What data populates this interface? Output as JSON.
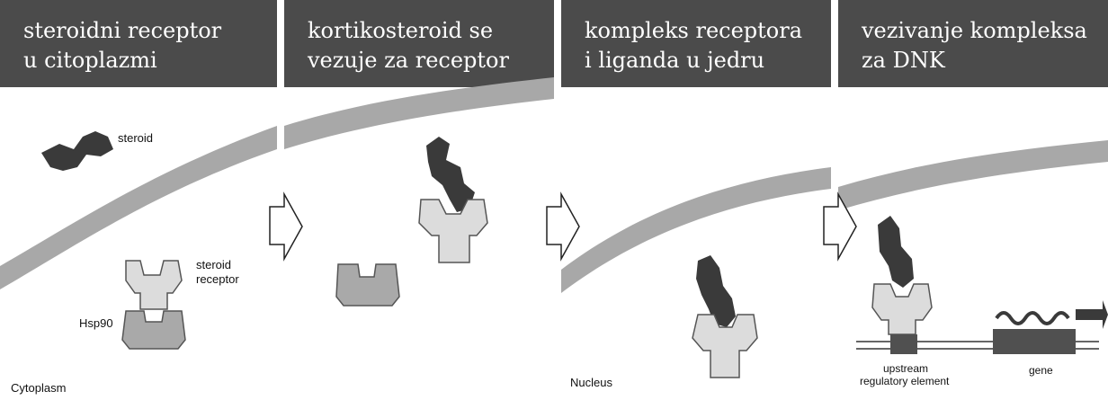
{
  "panels": [
    {
      "title": "steroidni receptor\nu citoplazmi"
    },
    {
      "title": "kortikosteroid se\nvezuje za  receptor"
    },
    {
      "title": "kompleks receptora\ni liganda u jedru"
    },
    {
      "title": "vezivanje kompleksa\nza DNK"
    }
  ],
  "labels": {
    "steroid": "steroid",
    "steroid_receptor_1": "steroid",
    "steroid_receptor_2": "receptor",
    "hsp90": "Hsp90",
    "cytoplasm": "Cytoplasm",
    "nucleus": "Nucleus",
    "upstream_1": "upstream",
    "upstream_2": "regulatory element",
    "gene": "gene"
  },
  "colors": {
    "header_bg": "#4b4b4b",
    "steroid": "#3a3a3a",
    "receptor": "#dcdcdc",
    "hsp90": "#a9a9a9",
    "membrane": "#a8a8a8",
    "gene": "#505050"
  }
}
